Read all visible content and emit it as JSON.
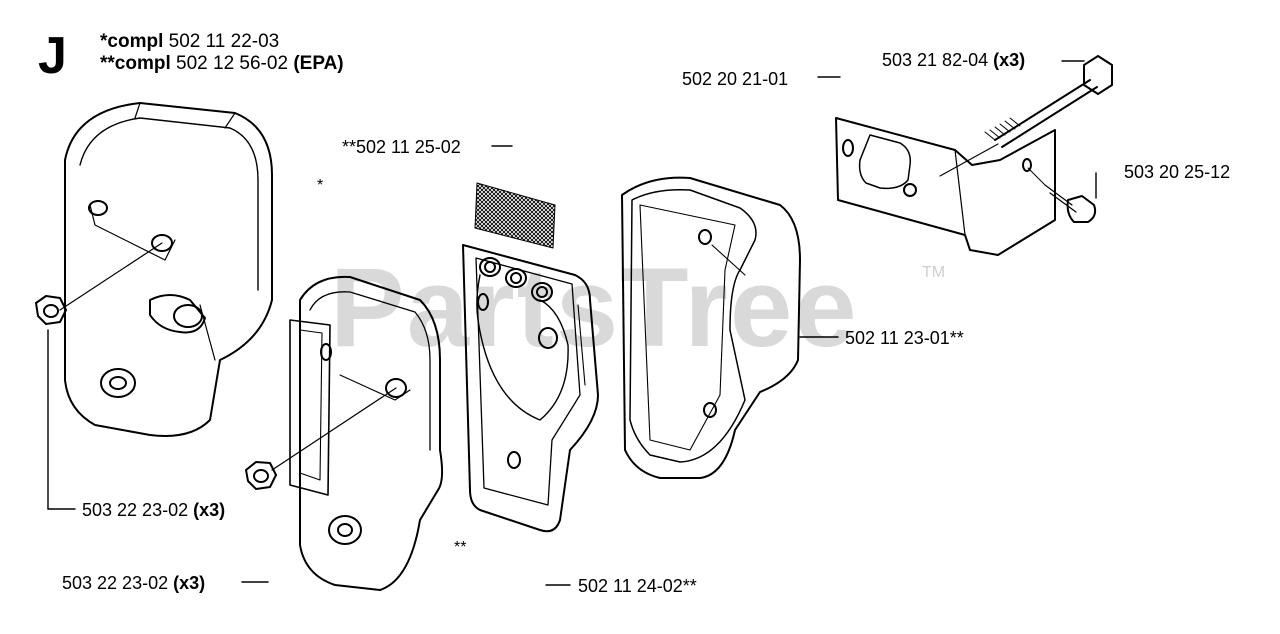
{
  "section_letter": "J",
  "header": {
    "line1": {
      "prefix": "*compl",
      "number": "502 11 22-03",
      "suffix": ""
    },
    "line2": {
      "prefix": "**compl",
      "number": "502 12 56-02",
      "suffix": "(EPA)"
    }
  },
  "watermark": {
    "text": "PartsTree",
    "tm": "TM"
  },
  "part_labels": {
    "bolt": {
      "number": "503 21 82-04",
      "qty": "(x3)"
    },
    "gasket_bracket": {
      "number": "502 20 21-01"
    },
    "screw": {
      "number": "503 20 25-12"
    },
    "screen": {
      "number": "**502 11 25-02"
    },
    "inner_cover": {
      "number": "502 11 23-01**"
    },
    "nut_left": {
      "number": "503 22 23-02",
      "qty": "(x3)"
    },
    "nut_bottom": {
      "number": "503 22 23-02",
      "qty": "(x3)"
    },
    "plate": {
      "number": "502 11 24-02**"
    }
  },
  "markers": {
    "single": "*",
    "double": "**"
  },
  "colors": {
    "line": "#000000",
    "watermark": "#d9d9d9",
    "background": "#ffffff"
  }
}
